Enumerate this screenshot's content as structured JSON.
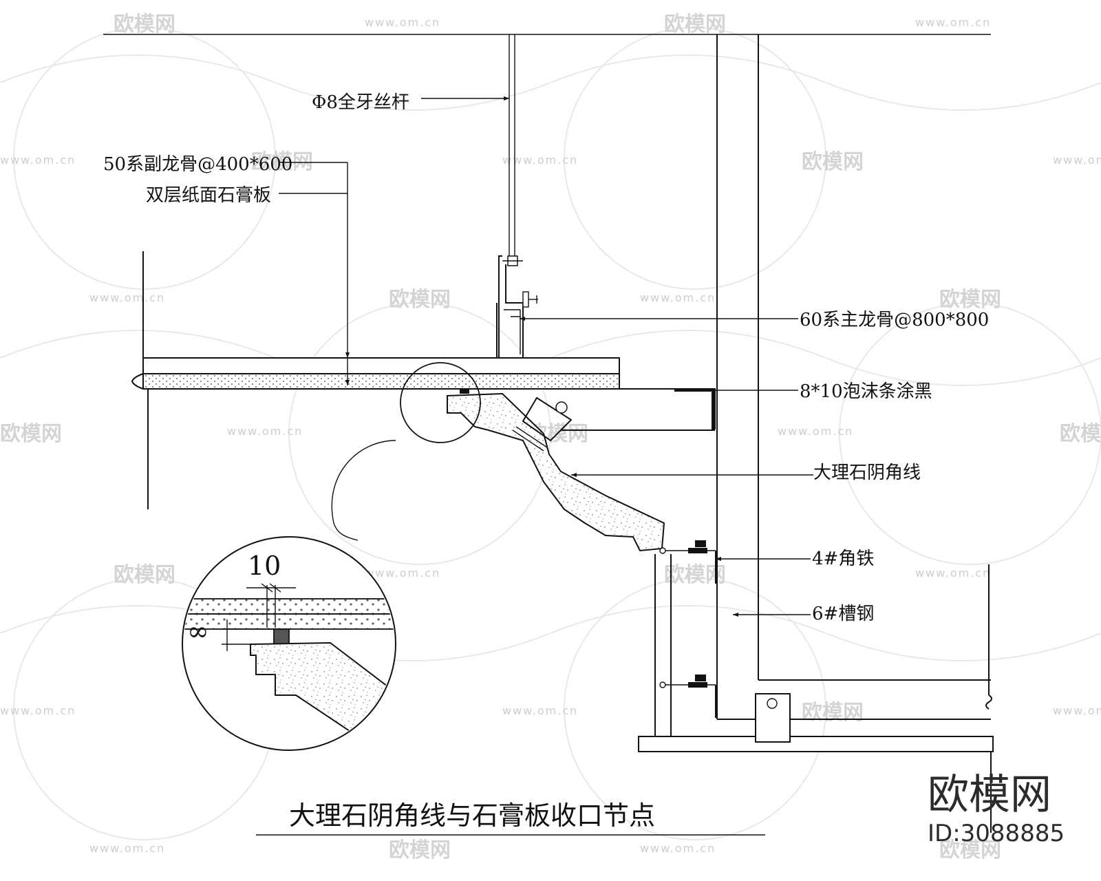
{
  "labels": {
    "threaded_rod": "Φ8全牙丝杆",
    "secondary_keel": "50系副龙骨@400*600",
    "double_gypsum": "双层纸面石膏板",
    "main_keel": "60系主龙骨@800*800",
    "foam_strip": "8*10泡沫条涂黑",
    "marble_corner": "大理石阴角线",
    "angle_iron": "4#角铁",
    "channel_steel": "6#槽钢"
  },
  "detail": {
    "dim_10": "10",
    "dim_8": "∞"
  },
  "title": "大理石阴角线与石膏板收口节点",
  "brand": {
    "name": "欧模网",
    "id": "ID:3088885"
  },
  "watermark": {
    "brand": "欧模网",
    "url": "www.om.cn"
  },
  "colors": {
    "line": "#111111",
    "watermark": "#d0d0d0"
  }
}
